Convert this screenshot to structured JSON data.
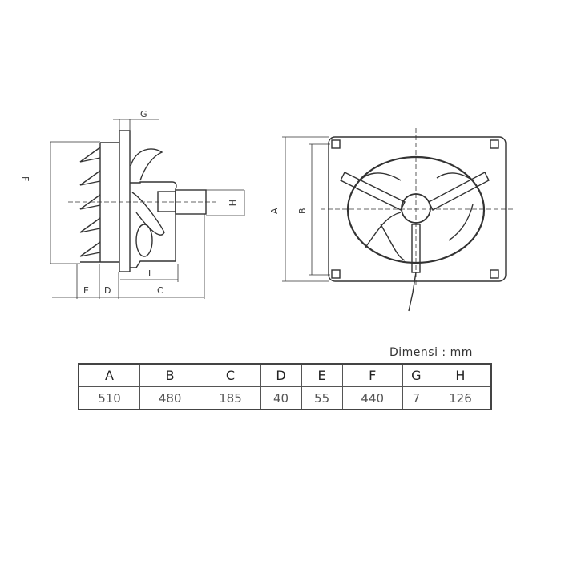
{
  "side_view": {
    "labels": {
      "F": "F",
      "G": "G",
      "H": "H",
      "I": "I",
      "E": "E",
      "D": "D",
      "C": "C"
    }
  },
  "front_view": {
    "labels": {
      "A": "A",
      "B": "B"
    }
  },
  "table": {
    "unit_label": "Dimensi : mm",
    "headers": [
      "A",
      "B",
      "C",
      "D",
      "E",
      "F",
      "G",
      "H"
    ],
    "values": [
      "510",
      "480",
      "185",
      "40",
      "55",
      "440",
      "7",
      "126"
    ]
  }
}
